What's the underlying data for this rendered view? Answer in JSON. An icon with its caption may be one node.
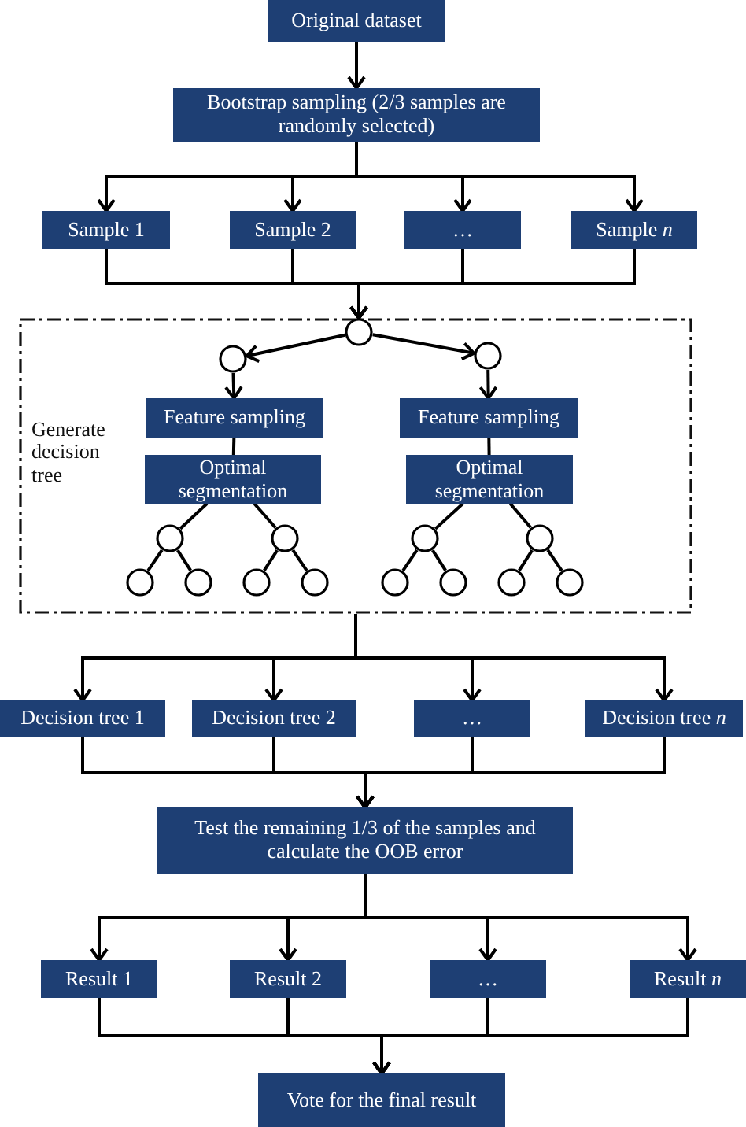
{
  "diagram": {
    "nodes": [
      {
        "text": [
          "Original dataset"
        ]
      },
      {
        "text": [
          "Bootstrap sampling (2/3 samples are randomly selected)"
        ]
      },
      {
        "text": [
          "Sample 1"
        ]
      },
      {
        "text": [
          "Sample 2"
        ]
      },
      {
        "text": [
          "…"
        ]
      },
      {
        "text": [
          "Sample *n*"
        ]
      },
      {
        "text": [
          "Generate decision tree"
        ]
      },
      {
        "text": [],
        "shape": "circle",
        "in": 6
      },
      {
        "text": [],
        "shape": "circle",
        "in": 6
      },
      {
        "text": [],
        "shape": "circle",
        "in": 6
      },
      {
        "text": [
          "Feature sampling"
        ],
        "in": 6
      },
      {
        "text": [
          "Optimal segmentation"
        ],
        "in": 6
      },
      {
        "text": [
          "Feature sampling"
        ],
        "in": 6
      },
      {
        "text": [
          "Optimal segmentation"
        ],
        "in": 6
      },
      {
        "text": [],
        "shape": "circle",
        "in": 6
      },
      {
        "text": [],
        "shape": "circle",
        "in": 6
      },
      {
        "text": [],
        "shape": "circle",
        "in": 6
      },
      {
        "text": [],
        "shape": "circle",
        "in": 6
      },
      {
        "text": [],
        "shape": "circle",
        "in": 6
      },
      {
        "text": [],
        "shape": "circle",
        "in": 6
      },
      {
        "text": [],
        "shape": "circle",
        "in": 6
      },
      {
        "text": [],
        "shape": "circle",
        "in": 6
      },
      {
        "text": [],
        "shape": "circle",
        "in": 6
      },
      {
        "text": [],
        "shape": "circle",
        "in": 6
      },
      {
        "text": [],
        "shape": "circle",
        "in": 6
      },
      {
        "text": [],
        "shape": "circle",
        "in": 6
      },
      {
        "text": [
          "Decision tree 1"
        ]
      },
      {
        "text": [
          "Decision tree 2"
        ]
      },
      {
        "text": [
          "…"
        ]
      },
      {
        "text": [
          "Decision tree *n*"
        ]
      },
      {
        "text": [
          "Test the remaining 1/3 of the samples and calculate the OOB error"
        ]
      },
      {
        "text": [
          "Result 1"
        ]
      },
      {
        "text": [
          "Result 2"
        ]
      },
      {
        "text": [
          "…"
        ]
      },
      {
        "text": [
          "Result *n*"
        ]
      },
      {
        "text": [
          "Vote for the final result"
        ]
      }
    ],
    "edges": [
      {
        "from": 0,
        "to": 1,
        "arrow": "to"
      },
      {
        "from": 1,
        "to": 2,
        "arrow": "to"
      },
      {
        "from": 1,
        "to": 3,
        "arrow": "to"
      },
      {
        "from": 1,
        "to": 4,
        "arrow": "to"
      },
      {
        "from": 1,
        "to": 5,
        "arrow": "to"
      },
      {
        "from": 2,
        "to": 7,
        "arrow": "to"
      },
      {
        "from": 3,
        "to": 7,
        "arrow": "to"
      },
      {
        "from": 4,
        "to": 7,
        "arrow": "to"
      },
      {
        "from": 5,
        "to": 7,
        "arrow": "to"
      },
      {
        "from": 7,
        "to": 8,
        "arrow": "to"
      },
      {
        "from": 7,
        "to": 9,
        "arrow": "to"
      },
      {
        "from": 8,
        "to": 10,
        "arrow": "to"
      },
      {
        "from": 9,
        "to": 12,
        "arrow": "to"
      },
      {
        "from": 10,
        "to": 11,
        "arrow": "none"
      },
      {
        "from": 12,
        "to": 13,
        "arrow": "none"
      },
      {
        "from": 11,
        "to": 14,
        "arrow": "none"
      },
      {
        "from": 11,
        "to": 15,
        "arrow": "none"
      },
      {
        "from": 14,
        "to": 16,
        "arrow": "none"
      },
      {
        "from": 14,
        "to": 17,
        "arrow": "none"
      },
      {
        "from": 15,
        "to": 18,
        "arrow": "none"
      },
      {
        "from": 15,
        "to": 19,
        "arrow": "none"
      },
      {
        "from": 13,
        "to": 20,
        "arrow": "none"
      },
      {
        "from": 13,
        "to": 21,
        "arrow": "none"
      },
      {
        "from": 20,
        "to": 22,
        "arrow": "none"
      },
      {
        "from": 20,
        "to": 23,
        "arrow": "none"
      },
      {
        "from": 21,
        "to": 24,
        "arrow": "none"
      },
      {
        "from": 21,
        "to": 25,
        "arrow": "none"
      },
      {
        "from": 6,
        "to": 26,
        "arrow": "to"
      },
      {
        "from": 6,
        "to": 27,
        "arrow": "to"
      },
      {
        "from": 6,
        "to": 28,
        "arrow": "to"
      },
      {
        "from": 6,
        "to": 29,
        "arrow": "to"
      },
      {
        "from": 26,
        "to": 30,
        "arrow": "to"
      },
      {
        "from": 27,
        "to": 30,
        "arrow": "to"
      },
      {
        "from": 28,
        "to": 30,
        "arrow": "to"
      },
      {
        "from": 29,
        "to": 30,
        "arrow": "to"
      },
      {
        "from": 30,
        "to": 31,
        "arrow": "to"
      },
      {
        "from": 30,
        "to": 32,
        "arrow": "to"
      },
      {
        "from": 30,
        "to": 33,
        "arrow": "to"
      },
      {
        "from": 30,
        "to": 34,
        "arrow": "to"
      },
      {
        "from": 31,
        "to": 35,
        "arrow": "to"
      },
      {
        "from": 32,
        "to": 35,
        "arrow": "to"
      },
      {
        "from": 33,
        "to": 35,
        "arrow": "to"
      },
      {
        "from": 34,
        "to": 35,
        "arrow": "to"
      }
    ]
  }
}
